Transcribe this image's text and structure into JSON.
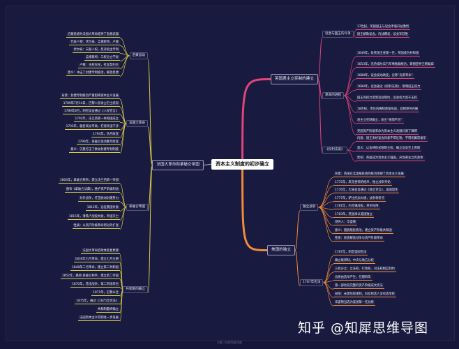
{
  "center": "资本主义制度的初步确立",
  "colors": {
    "england": "#e0457a",
    "america": "#f08a3a",
    "france": "#d9c94a",
    "background": "#191a3f"
  },
  "branches": {
    "england": {
      "label": "英国君主立宪制的建立",
      "groups": [
        {
          "label": "议会与国王的斗争",
          "leaves": [
            "17世纪，英国国王与议会矛盾日益激烈",
            "国王解散议会，内战爆发，议会军获胜"
          ]
        },
        {
          "label": "革命的进程",
          "leaves": [
            "1649年，处死国王查理一世，英国成为共和国",
            "1653年，克伦威尔实行军事独裁统治，斯图亚特王朝复辟",
            "1688年，议会发动政变，史称“光荣革命”",
            "1689年，议会通过《权利法案》，限制国王权力",
            "国王的权力受到议会制约，议会权力高于王权",
            "18世纪，责任内阁制逐渐形成，首相领导内阁",
            "君主立宪制确立，国王“统而不治”",
            "英国资产阶级革命为资本主义发展扫清了障碍"
          ]
        },
        {
          "label": "《权利法案》",
          "leaves": [
            "内容：国王未经议会同意不得征税、不得招募常备军",
            "意义：以法律形式限制王权，确立议会至上原则",
            "影响：英国成为资本主义强国，开创君主立宪政体"
          ]
        }
      ]
    },
    "america": {
      "label": "美国的独立",
      "groups": [
        {
          "label": "独立战争",
          "leaves": [
            "背景：英国在北美殖民地的统治阻碍了资本主义发展",
            "1775年，来克星顿的枪声，独立战争开始",
            "1776年，大陆会议通过《独立宣言》，美国诞生",
            "1777年，萨拉托加大捷，战争转折点",
            "1781年，约克镇战役，英军投降",
            "1783年，英国承认美国独立",
            "领导人：华盛顿",
            "意义：摆脱殖民统治，建立资产阶级共和国",
            "性质：民族解放战争与资产阶级革命"
          ]
        },
        {
          "label": "1787年宪法",
          "leaves": [
            "1787年，制定美国宪法",
            "确立联邦制，中央与地方分权",
            "三权分立：立法权、行政权、司法权相互制约",
            "总统由选举产生，任期四年",
            "第一部比较完整的资产阶级成文宪法",
            "局限：未废除奴隶制，妇女和黑人没有选举权",
            "华盛顿当选为美国第一任总统"
          ]
        }
      ]
    },
    "france": {
      "label": "法国大革命和拿破仑帝国",
      "groups": [
        {
          "label": "启蒙运动",
          "leaves": [
            "启蒙思想为法国大革命提供了思想武器",
            "代表人物：伏尔泰、孟德斯鸠、卢梭",
            "伏尔泰：天赋人权，反对君主专制",
            "孟德斯鸠：三权分立学说",
            "卢梭：主权在民，社会契约论",
            "意义：冲击了封建专制统治，解放思想"
          ]
        },
        {
          "label": "法国大革命",
          "leaves": [
            "背景：封建专制统治严重阻碍资本主义发展",
            "1789年7月14日，巴黎人民攻占巴士底狱",
            "1789年8月，制宪议会通过《人权宣言》",
            "1792年，法兰西第一共和国成立",
            "1793年，雅各宾派专政，打退外国干涉",
            "1794年，热月政变",
            "1799年，拿破仑发动雾月政变",
            "意义：沉重打击了欧洲封建专制制度"
          ]
        },
        {
          "label": "拿破仑帝国",
          "leaves": [
            "1804年，拿破仑称帝，建立法兰西第一帝国",
            "颁布《拿破仑法典》，维护资产阶级利益",
            "对外战争，打击欧洲封建势力",
            "1812年，远征俄国失败",
            "1815年，滑铁卢战役失败，帝国灭亡",
            "性质：从资产阶级革命到对外扩张"
          ]
        },
        {
          "label": "共和制的确立",
          "leaves": [
            "法国大革命后政体反复更替",
            "1830年七月革命，建立七月王朝",
            "1848年二月革命，建立第二共和国",
            "1852年，路易·拿破仑称帝，建立第二帝国",
            "1870年，普法战争，第二帝国垮台",
            "1871年，巴黎公社",
            "1875年，通过《1875年宪法》",
            "共和制最终确立",
            "法国资本主义得到进一步发展"
          ]
        }
      ]
    }
  },
  "watermark": "知乎 @知犀思维导图",
  "footer": "主题 | 知犀思维导图"
}
